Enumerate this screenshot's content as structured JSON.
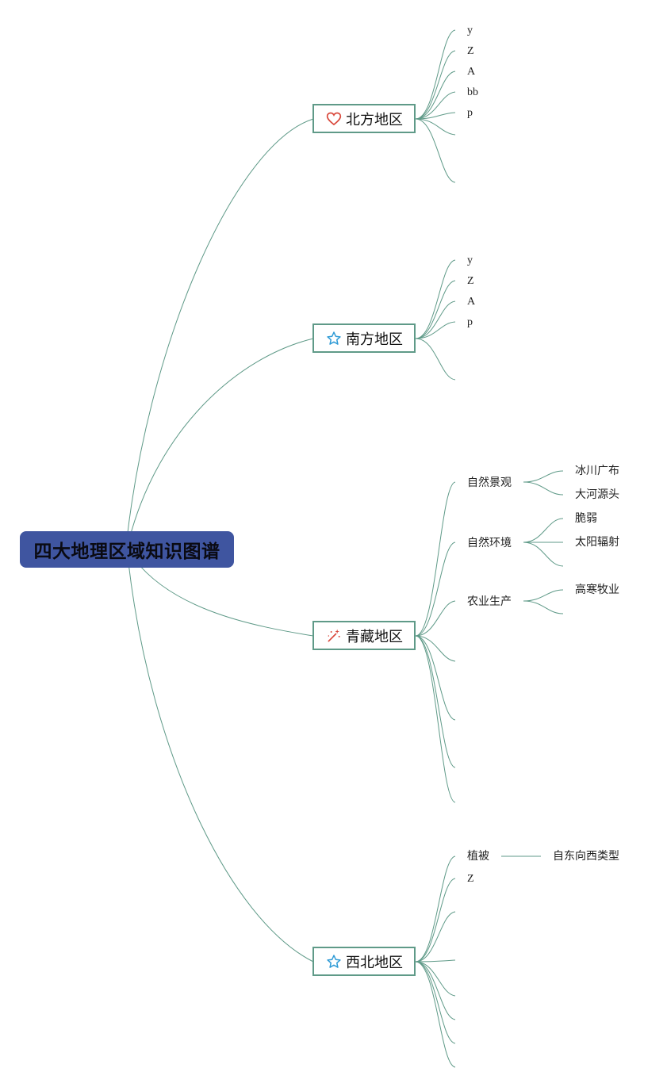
{
  "root": {
    "title": "四大地理区域知识图谱"
  },
  "regions": [
    {
      "key": "north",
      "label": "北方地区",
      "icon": "heart-icon",
      "icon_color": "#d9483b",
      "leaves": [
        "y",
        "Z",
        "A",
        "bb",
        "p"
      ]
    },
    {
      "key": "south",
      "label": "南方地区",
      "icon": "star-icon",
      "icon_color": "#2f9bd6",
      "leaves": [
        "y",
        "Z",
        "A",
        "p"
      ]
    },
    {
      "key": "qingzang",
      "label": "青藏地区",
      "icon": "magic-wand-icon",
      "icon_color": "#d9483b",
      "branches": [
        {
          "label": "自然景观",
          "children": [
            "冰川广布",
            "大河源头"
          ]
        },
        {
          "label": "自然环境",
          "children": [
            "脆弱",
            "太阳辐射"
          ]
        },
        {
          "label": "农业生产",
          "children": [
            "高寒牧业"
          ]
        }
      ]
    },
    {
      "key": "northwest",
      "label": "西北地区",
      "icon": "star-icon",
      "icon_color": "#2f9bd6",
      "branches": [
        {
          "label": "植被",
          "children": [
            "自东向西类型"
          ]
        },
        {
          "label": "Z",
          "children": []
        }
      ]
    }
  ],
  "colors": {
    "edge": "#5f9a88",
    "root_fill": "#3f55a0",
    "node_border": "#5f9a88"
  }
}
